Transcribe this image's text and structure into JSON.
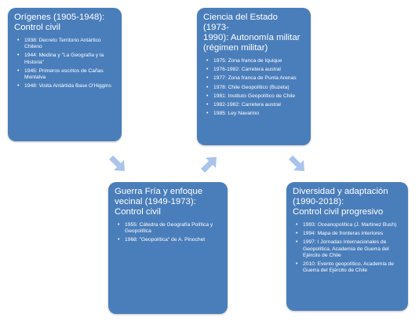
{
  "diagram": {
    "cards": [
      {
        "title": "Orígenes (1905-1948):\nControl civil",
        "items": [
          {
            "text": "1938: Decreto Territorio Antártico Chileno"
          },
          {
            "text": "1944: Medina y \"La Geografía y la Historia\""
          },
          {
            "text": "1945: Primeros escritos de Cañas Montalva"
          },
          {
            "text": "1948: Visita Antártida Base O'Higgins"
          }
        ]
      },
      {
        "title": "Ciencia del Estado (1973-\n1990): Autonomía militar\n(régimen militar)",
        "items": [
          {
            "text": "1975: Zona franca de Iquique"
          },
          {
            "text": "1976-1982: Carretera austral"
          },
          {
            "text": "1977: Zona franca de Punta Arenas"
          },
          {
            "text": "1978: Chile Geopolítico (Buzeta)"
          },
          {
            "text": "1981: Instituto Geopolítico de Chile"
          },
          {
            "text": "1982-1982: Carretera austral"
          },
          {
            "text": "1985: Ley Navarino"
          }
        ]
      },
      {
        "title": "Guerra Fría y enfoque\nvecinal (1949-1973):\nControl civil",
        "items": [
          {
            "text": "1955: Cátedra de Geografía Política y Geopolítica"
          },
          {
            "text": "1968: \"Geopolítica\" de A. Pinochet"
          }
        ]
      },
      {
        "title": "Diversidad y adaptación\n(1990-2018):\nControl civil progresivo",
        "items": [
          {
            "prefix": "1993: ",
            "italic": "Oceanopolítica",
            "suffix": " (J. Martinez Bush)"
          },
          {
            "text": "1994: Mapa de fronteras interiores"
          },
          {
            "text": "1997: I Jornadas Internacionales de Geopolítica, Academia de Guerra del Ejército de Chile"
          },
          {
            "text": "2010: Evento geopolítico, Academia de Guerra del Ejército de Chile"
          }
        ]
      }
    ],
    "colors": {
      "card": "#4a7ebb",
      "arrow": "#a9c4eb",
      "text": "#ffffff"
    },
    "arrows": [
      {
        "icon": "arrow-down-right-icon"
      },
      {
        "icon": "arrow-up-right-icon"
      },
      {
        "icon": "arrow-down-right-icon"
      }
    ]
  }
}
